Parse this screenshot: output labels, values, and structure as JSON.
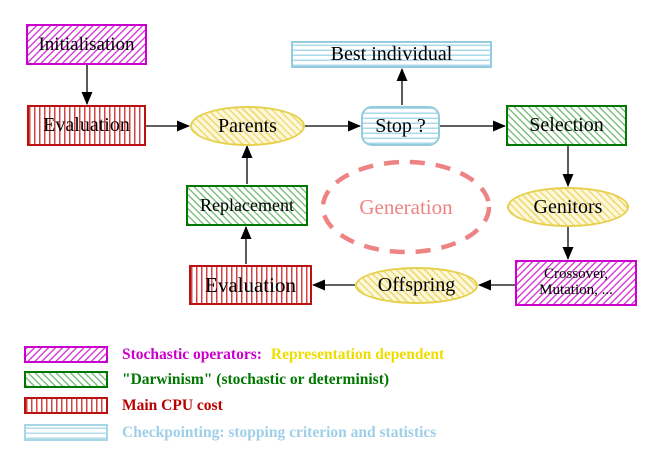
{
  "diagram": {
    "nodes": {
      "initialisation": {
        "label": "Initialisation",
        "style": "magenta-hatch"
      },
      "evaluation_top": {
        "label": "Evaluation",
        "style": "red-vertical-stripes"
      },
      "parents": {
        "label": "Parents",
        "style": "yellow-hatch-ellipse"
      },
      "stop": {
        "label": "Stop ?",
        "style": "cyan-horizontal-stripes-rounded"
      },
      "best_individual": {
        "label": "Best individual",
        "style": "cyan-horizontal-stripes"
      },
      "selection": {
        "label": "Selection",
        "style": "green-hatch"
      },
      "genitors": {
        "label": "Genitors",
        "style": "yellow-hatch-ellipse"
      },
      "crossover_mutation": {
        "label_line1": "Crossover,",
        "label_line2": "Mutation, ...",
        "style": "magenta-hatch"
      },
      "offspring": {
        "label": "Offspring",
        "style": "yellow-hatch-ellipse"
      },
      "evaluation_bottom": {
        "label": "Evaluation",
        "style": "red-vertical-stripes"
      },
      "replacement": {
        "label": "Replacement",
        "style": "green-hatch"
      },
      "generation": {
        "label": "Generation",
        "style": "salmon-dashed-ellipse"
      }
    },
    "arrows": [
      "initialisation->evaluation_top",
      "evaluation_top->parents",
      "parents->stop",
      "stop->best_individual",
      "stop->selection",
      "selection->genitors",
      "genitors->crossover_mutation",
      "crossover_mutation->offspring",
      "offspring->evaluation_bottom",
      "evaluation_bottom->replacement",
      "replacement->parents"
    ],
    "colors": {
      "magenta": "#cc00cc",
      "green": "#007700",
      "red": "#bb1111",
      "cyan_border": "#94cbdd",
      "yellow_border": "#e6d04e",
      "yellow_fill": "#fdf8da",
      "salmon": "#ee8383",
      "arrow": "#000000"
    }
  },
  "legend": {
    "items": [
      {
        "swatch": "magenta-hatch",
        "text_primary": "Stochastic operators:",
        "text_secondary": "Representation dependent",
        "color_primary": "#cc00cc",
        "color_secondary": "#eedd00"
      },
      {
        "swatch": "green-hatch",
        "text_primary": "\"Darwinism\" (stochastic or determinist)",
        "color_primary": "#007700"
      },
      {
        "swatch": "red-vertical-stripes",
        "text_primary": "Main CPU cost",
        "color_primary": "#bb0000"
      },
      {
        "swatch": "cyan-horizontal-stripes",
        "text_primary": "Checkpointing: stopping criterion and statistics",
        "color_primary": "#9fcfe8"
      }
    ]
  }
}
